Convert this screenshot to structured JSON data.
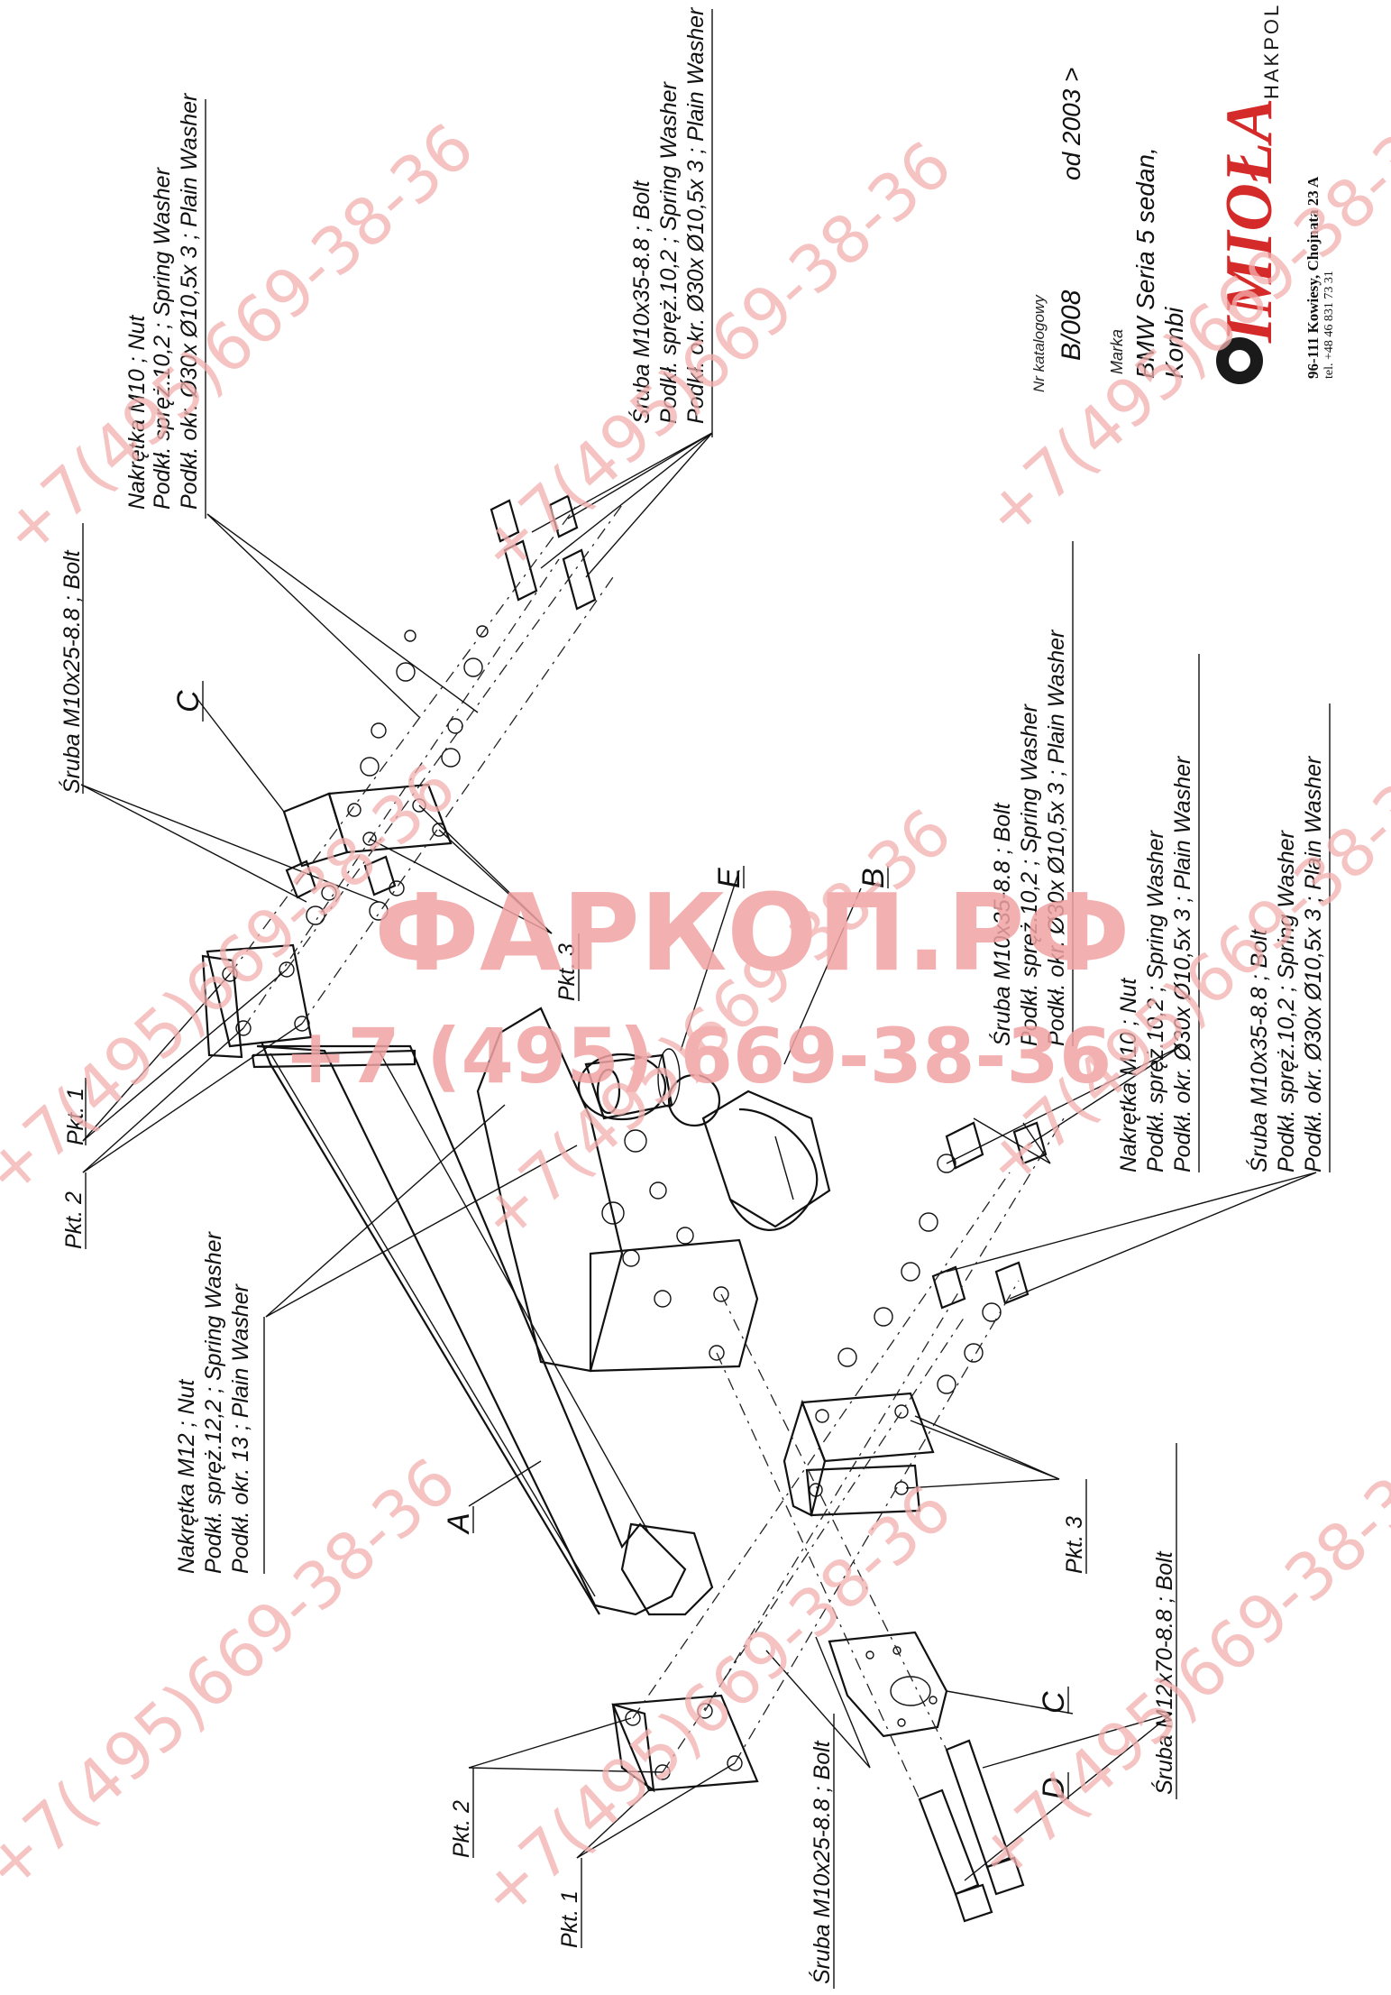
{
  "header": {
    "catalog_label": "Nr katalogowy",
    "catalog_number": "B/008",
    "model_years": "od  2003 >",
    "make_label": "Marka",
    "vehicle_line1": "BMW Seria 5 sedan,",
    "vehicle_line2": "Kombi"
  },
  "brand": {
    "logo_text": "IMIOŁA",
    "logo_sub": "HAKPOL",
    "address": "96-111 Kowiesy, Chojnata 23 A",
    "phone": "tel. +48 46 831 73 31",
    "colors": {
      "logo_red": "#d42a2a",
      "logo_black": "#1a1a1a"
    }
  },
  "watermark": {
    "site": "ФАРКОП.РФ",
    "phone_big": "+7 (495) 669-38-36",
    "phone_small": "+7(495)669-38-36",
    "color": "#f2a3a3"
  },
  "parts": {
    "A": "A",
    "B": "B",
    "C_top": "C",
    "C_bottom": "C",
    "D": "D",
    "E": "E"
  },
  "points": {
    "pkt1_top": "Pkt. 1",
    "pkt2_top": "Pkt. 2",
    "pkt3_top": "Pkt. 3",
    "pkt1_bottom": "Pkt. 1",
    "pkt2_bottom": "Pkt. 2",
    "pkt3_bottom": "Pkt. 3"
  },
  "callouts": {
    "bolt_m10x25_top": "Śruba M10x25-8.8 ;  Bolt",
    "nut_m10_top": [
      "Nakrętka  M10 ; Nut",
      "Podkł. spręż.10,2 ; Spring Washer",
      "Podkł. okr.  Ø30x Ø10,5x 3 ; Plain Washer"
    ],
    "bolt_m10x35_top": [
      "Śruba M10x35-8.8 ;  Bolt",
      "Podkł. spręż.10,2 ; Spring Washer",
      "Podkł. okr. Ø30x Ø10,5x 3 ; Plain Washer"
    ],
    "nut_m12": [
      "Nakrętka  M12 ; Nut",
      "Podkł. spręż.12,2 ; Spring Washer",
      "Podkł. okr. 13 ; Plain Washer"
    ],
    "bolt_m10x35_mid": [
      "Śruba M10x35-8.8 ;  Bolt",
      "Podkł. spręż.10,2 ; Spring Washer",
      "Podkł. okr.  Ø30x Ø10,5x 3 ; Plain Washer"
    ],
    "nut_m10_mid": [
      "Nakrętka  M10 ; Nut",
      "Podkł. spręż.10,2 ; Spring Washer",
      "Podkł. okr. Ø30x Ø10,5x 3 ; Plain Washer"
    ],
    "bolt_m10x35_low": [
      "Śruba M10x35-8.8 ;  Bolt",
      "Podkł. spręż.10,2 ; Spring Washer",
      "Podkł. okr.  Ø30x Ø10,5x 3 ; Plain Washer"
    ],
    "bolt_m12x70": "Śruba M12x70-8.8 ;  Bolt",
    "bolt_m10x25_bottom": "Śruba M10x25-8.8 ;  Bolt"
  }
}
